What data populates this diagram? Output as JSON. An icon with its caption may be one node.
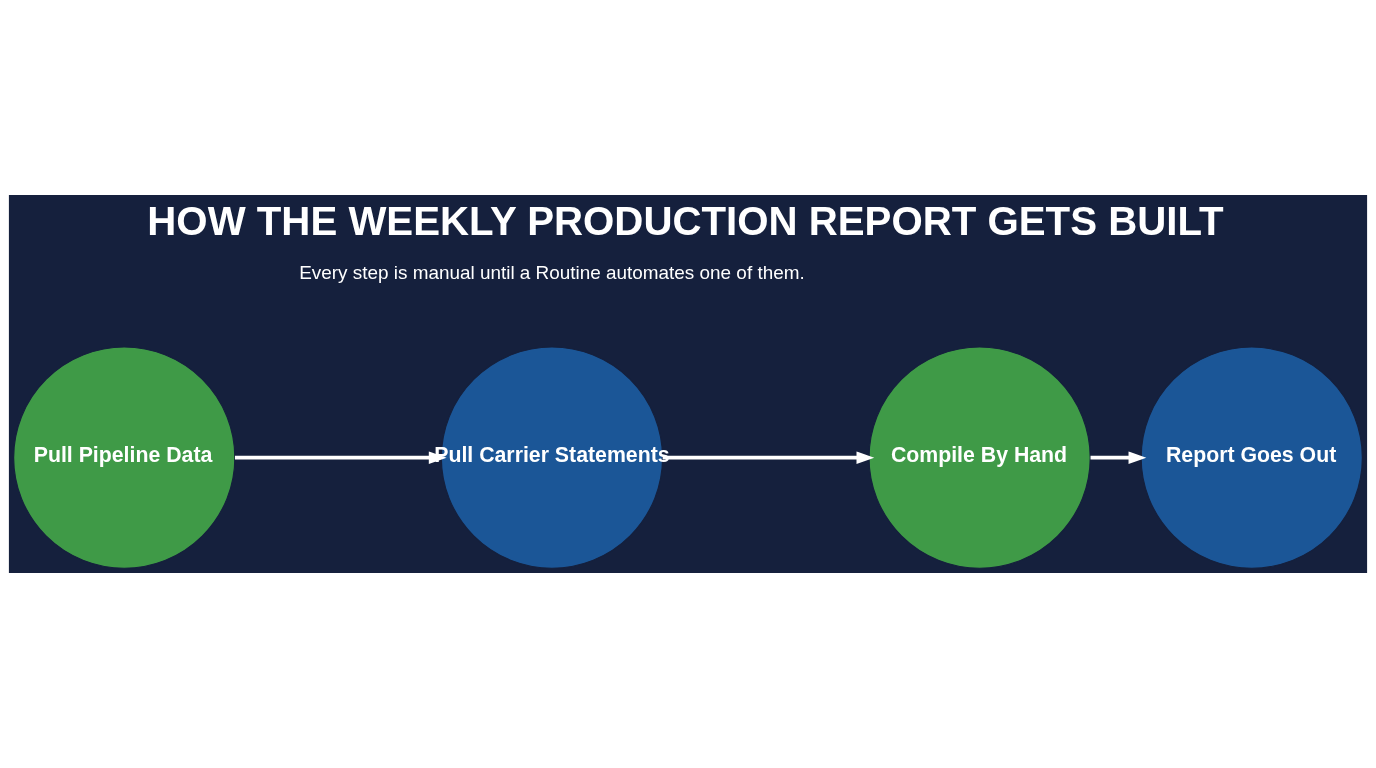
{
  "diagram": {
    "title": "HOW THE WEEKLY PRODUCTION REPORT GETS BUILT",
    "caption": "Every step is manual until a Routine automates one of them.",
    "nodes": [
      {
        "text": [
          "Pull Pipeline Data"
        ]
      },
      {
        "text": [
          "Pull Carrier Statements"
        ]
      },
      {
        "text": [
          "Compile By Hand"
        ]
      },
      {
        "text": [
          "Report Goes Out"
        ]
      }
    ],
    "edges": [
      {
        "from": 0,
        "to": 1,
        "arrow": "to"
      },
      {
        "from": 1,
        "to": 2,
        "arrow": "to"
      },
      {
        "from": 2,
        "to": 3,
        "arrow": "to"
      }
    ]
  }
}
